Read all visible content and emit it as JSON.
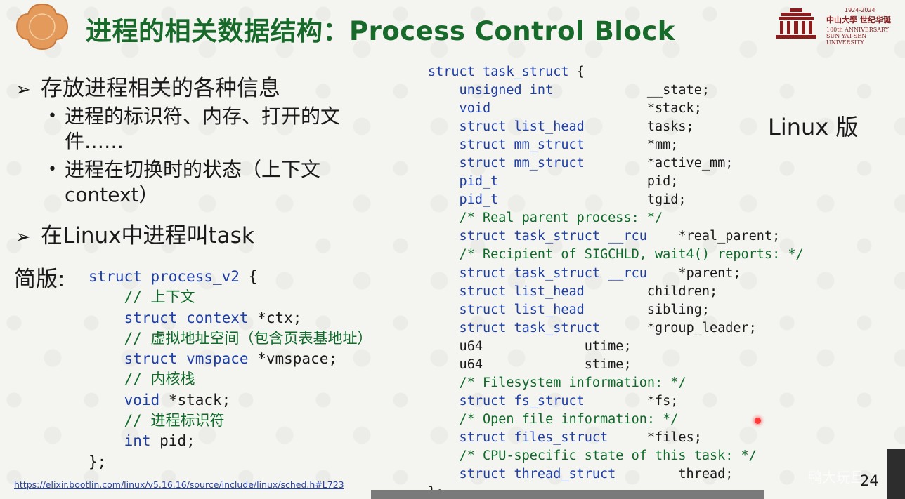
{
  "slide": {
    "title": "进程的相关数据结构：Process Control Block",
    "logo_right": {
      "years": "1924-2024",
      "name": "中山大學 世纪华诞",
      "anniversary": "100th ANNIVERSARY",
      "university": "SUN YAT-SEN UNIVERSITY"
    },
    "bullets": {
      "b1": "存放进程相关的各种信息",
      "b1_sub1": "进程的标识符、内存、打开的文件……",
      "b1_sub2": "进程在切换时的状态（上下文context）",
      "b2": "在Linux中进程叫task"
    },
    "jianban_label": "简版:",
    "code_left": [
      {
        "kw": "struct process_v2",
        "rest": " {"
      },
      {
        "cm": "    // 上下文"
      },
      {
        "kw": "    struct context",
        "rest": " *ctx;"
      },
      {
        "cm": "    // 虚拟地址空间（包含页表基地址）"
      },
      {
        "kw": "    struct vmspace",
        "rest": " *vmspace;"
      },
      {
        "cm": "    // 内核栈"
      },
      {
        "kw": "    void",
        "rest": " *stack;"
      },
      {
        "cm": "    // 进程标识符"
      },
      {
        "kw": "    int",
        "rest": " pid;"
      },
      {
        "rest": "};"
      }
    ],
    "code_right": [
      {
        "kw": "struct task_struct",
        "rest": " {"
      },
      {
        "kw": "    unsigned int",
        "rest": "            __state;"
      },
      {
        "kw": "    void",
        "rest": "                    *stack;"
      },
      {
        "kw": "    struct list_head",
        "rest": "        tasks;"
      },
      {
        "kw": "    struct mm_struct",
        "rest": "        *mm;"
      },
      {
        "kw": "    struct mm_struct",
        "rest": "        *active_mm;"
      },
      {
        "kw": "    pid_t",
        "rest": "                   pid;"
      },
      {
        "kw": "    pid_t",
        "rest": "                   tgid;"
      },
      {
        "cm": "    /* Real parent process: */"
      },
      {
        "kw": "    struct task_struct __rcu",
        "rest": "    *real_parent;"
      },
      {
        "cm": "    /* Recipient of SIGCHLD, wait4() reports: */"
      },
      {
        "kw": "    struct task_struct __rcu",
        "rest": "    *parent;"
      },
      {
        "kw": "    struct list_head",
        "rest": "        children;"
      },
      {
        "kw": "    struct list_head",
        "rest": "        sibling;"
      },
      {
        "kw": "    struct task_struct",
        "rest": "      *group_leader;"
      },
      {
        "rest": "    u64             utime;"
      },
      {
        "rest": "    u64             stime;"
      },
      {
        "cm": "    /* Filesystem information: */"
      },
      {
        "kw": "    struct fs_struct",
        "rest": "        *fs;"
      },
      {
        "cm": "    /* Open file information: */"
      },
      {
        "kw": "    struct files_struct",
        "rest": "     *files;"
      },
      {
        "cm": "    /* CPU-specific state of this task: */"
      },
      {
        "kw": "    struct thread_struct",
        "rest": "        thread;"
      },
      {
        "rest": "};"
      }
    ],
    "linux_label": "Linux 版",
    "source_link": "https://elixir.bootlin.com/linux/v5.16.16/source/include/linux/sched.h#L723",
    "page_number": "24",
    "corner_watermark": "鸭大玩旦"
  },
  "colors": {
    "title": "#176a2a",
    "keyword": "#1f3fa8",
    "comment": "#0f6a2a",
    "logo_orange": "#e39a5a",
    "logo_red": "#8a1e1e"
  }
}
